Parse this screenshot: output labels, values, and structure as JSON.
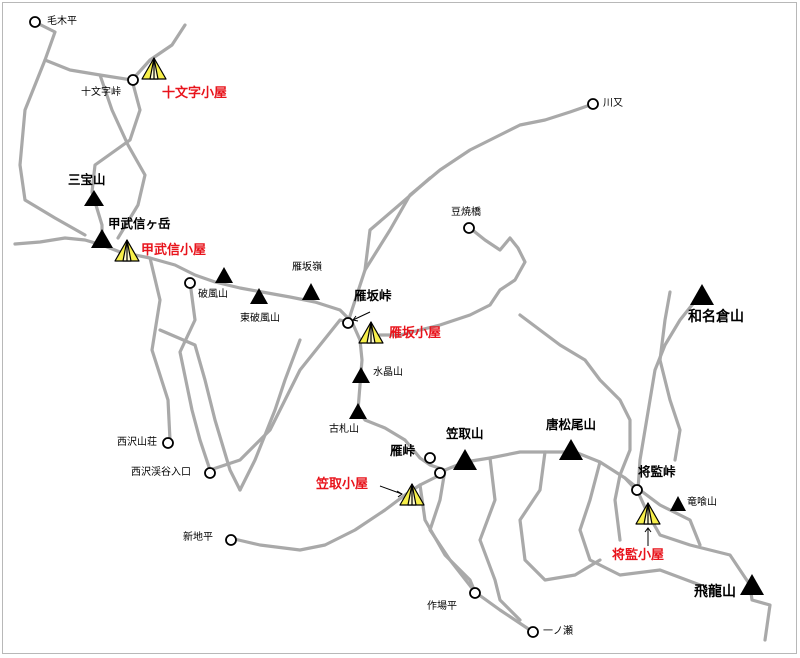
{
  "colors": {
    "trail": "#a9a9a9",
    "peak": "#000000",
    "hut_label": "#e8141c",
    "hut_fill": "#f7ef4a"
  },
  "labels": {
    "kemokudaira": "毛木平",
    "jumonji_toge": "十文字峠",
    "jumonji_hut": "十文字小屋",
    "kawamata": "川又",
    "sanpozan": "三宝山",
    "kobushi": "甲武信ヶ岳",
    "kobushi_hut": "甲武信小屋",
    "mameyakibashi": "豆焼橋",
    "hafuzan": "破風山",
    "higashihafu": "東破風山",
    "gansakarei": "雁坂嶺",
    "gansaka_toge": "雁坂峠",
    "gansaka_hut": "雁坂小屋",
    "wanakura": "和名倉山",
    "suishouzan": "水晶山",
    "kofudazan": "古札山",
    "nishizawa_so": "西沢山荘",
    "nishizawa_iriguchi": "西沢渓谷入口",
    "gantoge": "雁峠",
    "kasatori": "笠取山",
    "karamatsuo": "唐松尾山",
    "kasatori_hut": "笠取小屋",
    "shogen_toge": "将監峠",
    "ryubami": "竜喰山",
    "shinchidaira": "新地平",
    "shogen_hut": "将監小屋",
    "sakubadaira": "作場平",
    "ichinose": "一ノ瀬",
    "hiryu": "飛龍山"
  }
}
